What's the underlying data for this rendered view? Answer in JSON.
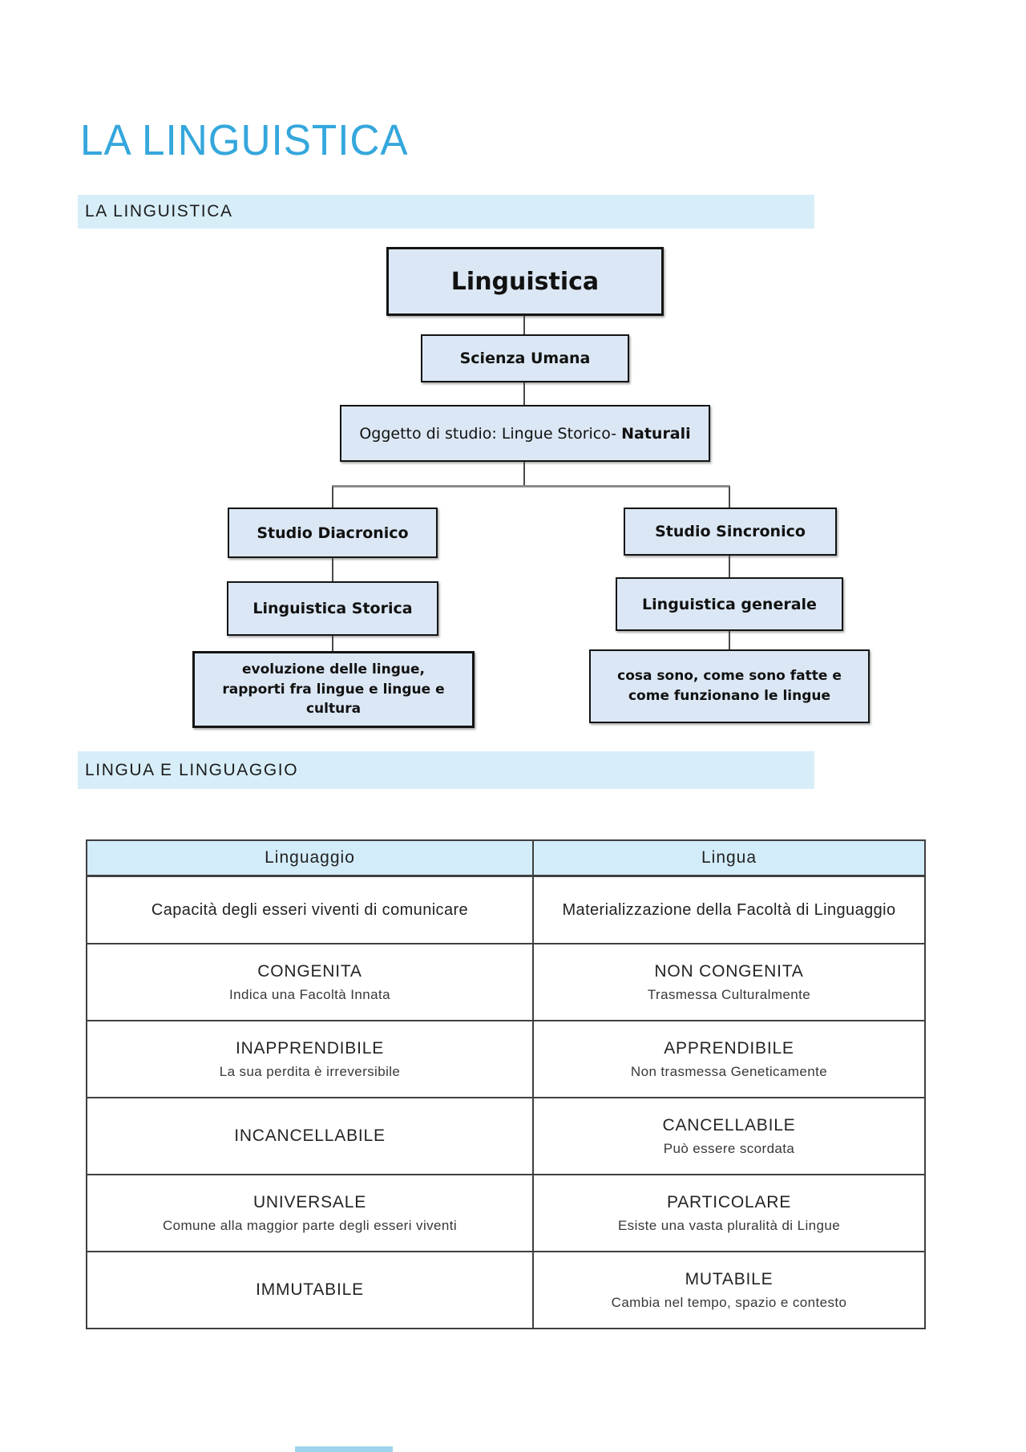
{
  "page_title": "LA LINGUISTICA",
  "sections": {
    "s1_heading": "LA LINGUISTICA",
    "s2_heading": "LINGUA E LINGUAGGIO"
  },
  "diagram": {
    "root": "Linguistica",
    "science": "Scienza Umana",
    "object_prefix": "Oggetto di studio: Lingue Storico- ",
    "object_bold": "Naturali",
    "left_branch": {
      "study": "Studio Diacronico",
      "discipline": "Linguistica Storica",
      "description": "evoluzione delle lingue, rapporti fra lingue e lingue e cultura"
    },
    "right_branch": {
      "study": "Studio Sincronico",
      "discipline": "Linguistica generale",
      "description": "cosa sono, come sono fatte e come funzionano le lingue"
    }
  },
  "table": {
    "headers": {
      "left": "Linguaggio",
      "right": "Lingua"
    },
    "definition_row": {
      "left": "Capacità degli esseri viventi di comunicare",
      "right": "Materializzazione della Facoltà di Linguaggio"
    },
    "rows": [
      {
        "left_title": "CONGENITA",
        "left_sub": "Indica una Facoltà Innata",
        "right_title": "NON CONGENITA",
        "right_sub": "Trasmessa Culturalmente"
      },
      {
        "left_title": "INAPPRENDIBILE",
        "left_sub": "La sua perdita è irreversibile",
        "right_title": "APPRENDIBILE",
        "right_sub": "Non trasmessa Geneticamente"
      },
      {
        "left_title": "INCANCELLABILE",
        "left_sub": "",
        "right_title": "CANCELLABILE",
        "right_sub": "Può essere scordata"
      },
      {
        "left_title": "UNIVERSALE",
        "left_sub": "Comune alla maggior parte degli esseri viventi",
        "right_title": "PARTICOLARE",
        "right_sub": "Esiste una vasta pluralità di Lingue"
      },
      {
        "left_title": "IMMUTABILE",
        "left_sub": "",
        "right_title": "MUTABILE",
        "right_sub": "Cambia nel tempo, spazio e contesto"
      }
    ]
  },
  "colors": {
    "title_blue": "#35A7DC",
    "section_bg": "#D7EEF9",
    "box_fill": "#DBE7F4",
    "box_border": "#141414",
    "connector": "#4A4A4A",
    "branch_line": "#8A8A8A",
    "table_header_bg": "#D3ECF9",
    "table_border": "#3F3F3F"
  }
}
